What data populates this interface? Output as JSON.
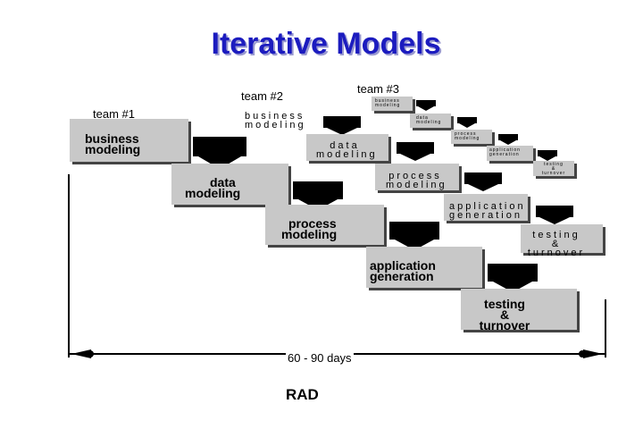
{
  "title": "Iterative Models",
  "teams": {
    "team1": "team #1",
    "team2": "team #2",
    "team3": "team #3"
  },
  "team1": {
    "business_modeling": [
      "business",
      "modeling"
    ],
    "data_modeling": [
      "data",
      "modeling"
    ],
    "process_modeling": [
      "process",
      "modeling"
    ],
    "application_generation": [
      "application",
      "generation"
    ],
    "testing_turnover": [
      "testing",
      "&",
      "turnover"
    ]
  },
  "team2": {
    "business_modeling": [
      "business",
      "modeling"
    ],
    "data_modeling": [
      "data",
      "modeling"
    ],
    "process_modeling": [
      "process",
      "modeling"
    ],
    "application_generation": [
      "application",
      "generation"
    ],
    "testing_turnover": [
      "testing",
      "&",
      "turnover"
    ]
  },
  "team3": {
    "business_modeling": [
      "business",
      "modeling"
    ],
    "data_modeling": [
      "data",
      "modeling"
    ],
    "process_modeling": [
      "process",
      "modeling"
    ],
    "application_generation": [
      "application",
      "generation"
    ],
    "testing_turnover": [
      "testing",
      "&",
      "turnover"
    ]
  },
  "timeline_label": "60 - 90 days",
  "method_label": "RAD"
}
